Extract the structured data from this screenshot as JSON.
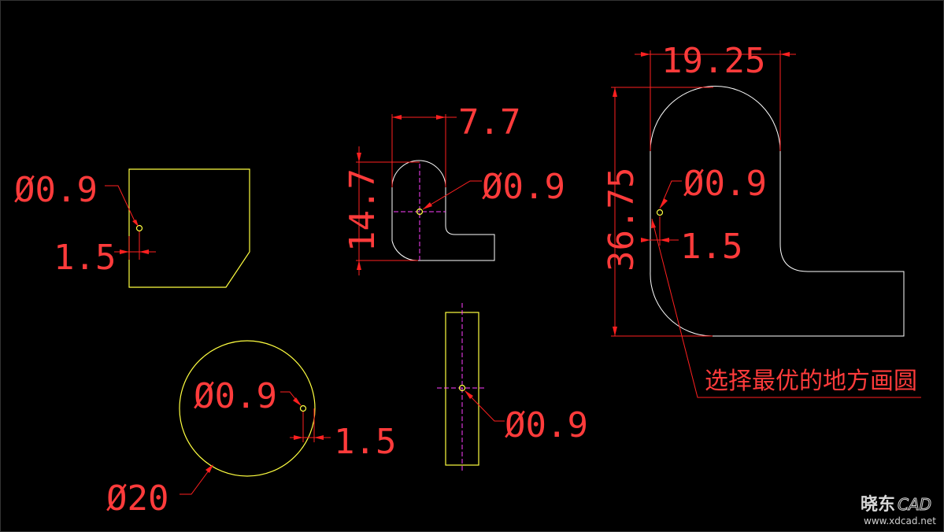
{
  "drawing": {
    "shape1": {
      "dia_label": "Ø0.9",
      "offset_label": "1.5"
    },
    "shape2": {
      "width_label": "7.7",
      "height_label": "14.7",
      "dia_label": "Ø0.9"
    },
    "shape3": {
      "width_label": "19.25",
      "height_label": "36.75",
      "dia_label": "Ø0.9",
      "offset_label": "1.5",
      "note": "选择最优的地方画圆"
    },
    "circle": {
      "dia_label": "Ø0.9",
      "offset_label": "1.5",
      "outer_dia_label": "Ø20"
    },
    "bar": {
      "dia_label": "Ø0.9"
    }
  },
  "watermark": {
    "brand_cn": "晓东",
    "brand_en": "CAD",
    "url": "www.xdcad.net"
  },
  "colors": {
    "dimension": "#ff2020",
    "outline_yellow": "#ffff40",
    "outline_white": "#ffffff",
    "centerline": "#ff40ff",
    "background": "#000000"
  }
}
